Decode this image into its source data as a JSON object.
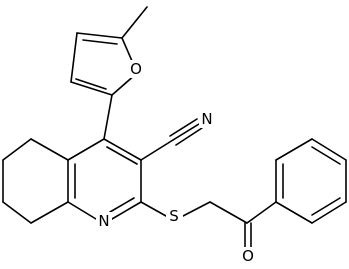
{
  "diagram": {
    "type": "skeletal-structure",
    "atoms": {
      "O_furan": "O",
      "N_nitrile": "N",
      "N_ring": "N",
      "S": "S",
      "O_ketone": "O"
    },
    "colors": {
      "line": "#000000",
      "background": "#ffffff"
    }
  }
}
